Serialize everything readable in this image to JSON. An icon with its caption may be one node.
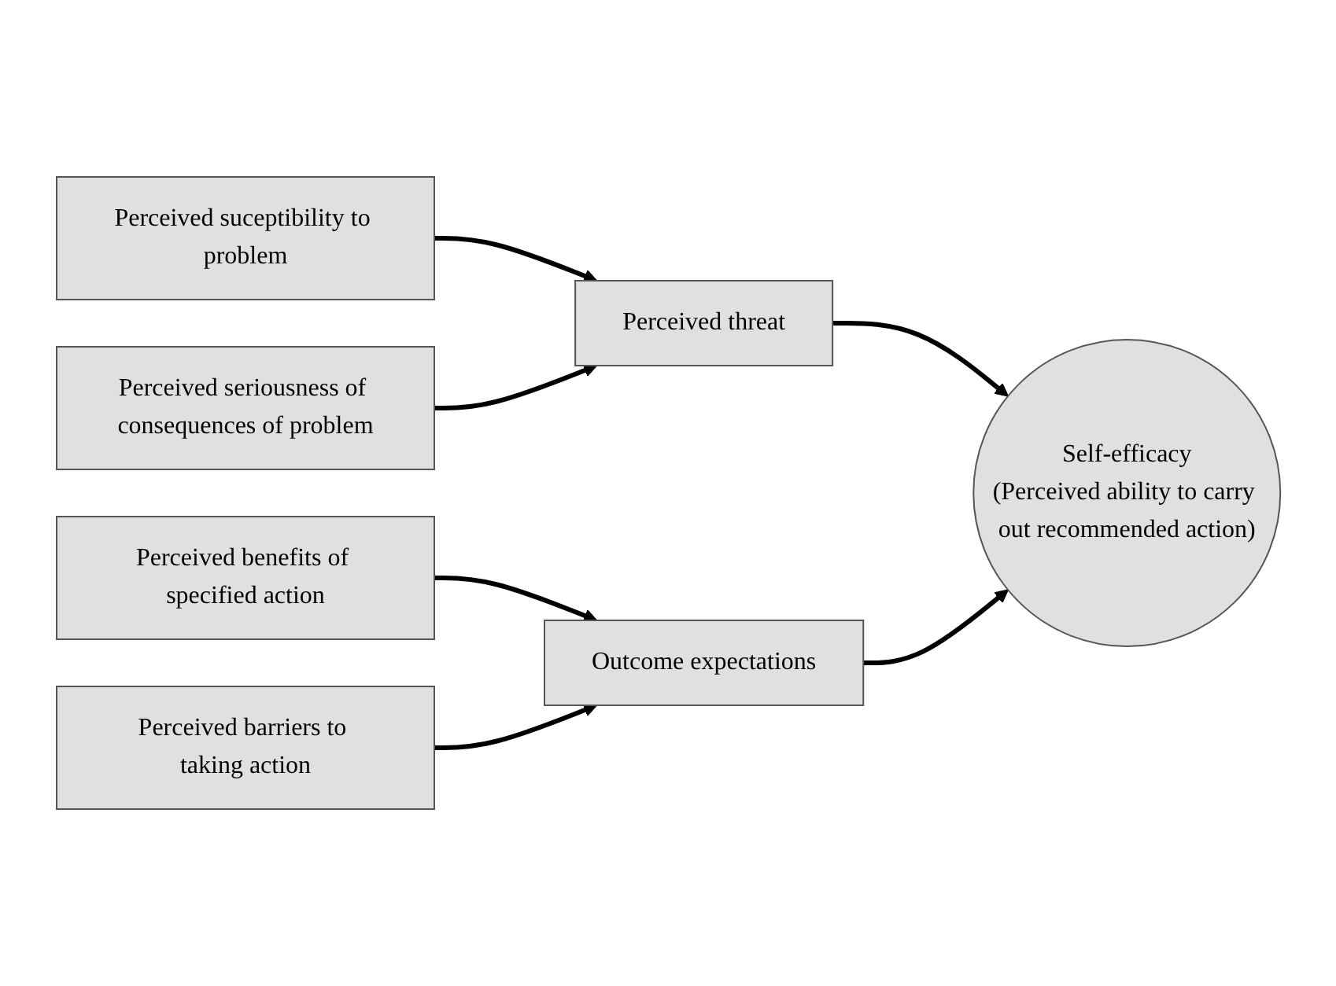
{
  "diagram": {
    "nodes": [
      {
        "text": [
          "Perceived suceptibility to problem"
        ]
      },
      {
        "text": [
          "Perceived seriousness of consequences of problem"
        ]
      },
      {
        "text": [
          "Perceived threat"
        ]
      },
      {
        "text": [
          "Perceived benefits of specified action"
        ]
      },
      {
        "text": [
          "Perceived barriers to taking action"
        ]
      },
      {
        "text": [
          "Outcome expectations"
        ]
      },
      {
        "text": [
          "Self-efficacy",
          "(Perceived ability to carry out recommended action)"
        ]
      }
    ],
    "edges": [
      {
        "from": 0,
        "to": 2,
        "arrow": "to"
      },
      {
        "from": 1,
        "to": 2,
        "arrow": "to"
      },
      {
        "from": 3,
        "to": 5,
        "arrow": "to"
      },
      {
        "from": 4,
        "to": 5,
        "arrow": "to"
      },
      {
        "from": 2,
        "to": 6,
        "arrow": "to"
      },
      {
        "from": 5,
        "to": 6,
        "arrow": "to"
      }
    ]
  }
}
